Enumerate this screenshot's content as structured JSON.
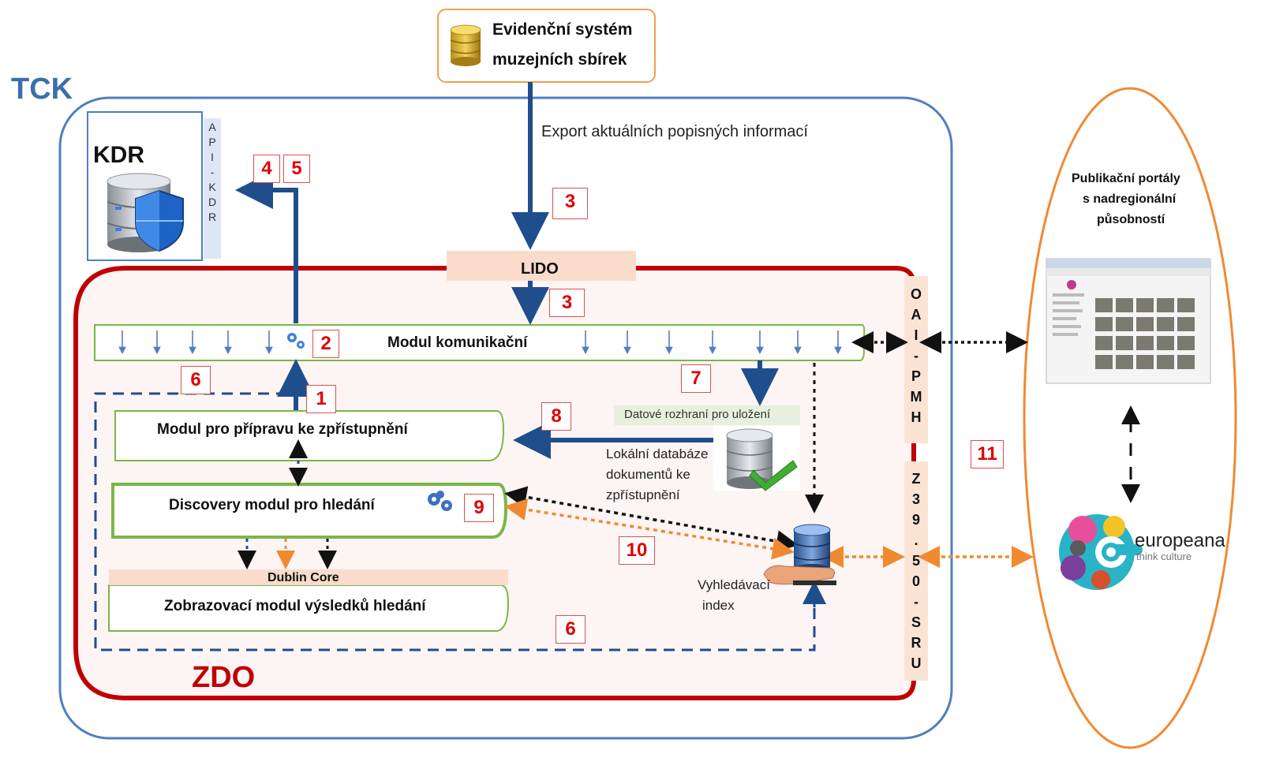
{
  "labels": {
    "tck": "TCK",
    "kdr": "KDR",
    "zdo": "ZDO",
    "source_system_line1": "Evidenční systém",
    "source_system_line2": "muzejních sbírek",
    "export_note": "Export aktuálních popisných informací",
    "lido": "LIDO",
    "comm_module": "Modul komunikační",
    "prep_module": "Modul pro přípravu ke zpřístupnění",
    "discovery_module": "Discovery modul pro hledání",
    "dublin_core": "Dublin Core",
    "display_module": "Zobrazovací modul výsledků hledání",
    "data_interface": "Datové rozhraní pro uložení",
    "local_db_line1": "Lokální databáze",
    "local_db_line2": "dokumentů ke",
    "local_db_line3": "zpřístupnění",
    "search_index_line1": "Vyhledávací",
    "search_index_line2": "index",
    "portals_line1": "Publikační portály",
    "portals_line2": "s nadregionální",
    "portals_line3": "působností",
    "europeana": "europeana",
    "europeana_tagline": "think culture"
  },
  "api_kdr": [
    "A",
    "P",
    "I",
    "-",
    "K",
    "D",
    "R"
  ],
  "oai_pmh": [
    "O",
    "A",
    "I",
    "-",
    "P",
    "M",
    "H"
  ],
  "z3950_sru": [
    "Z",
    "3",
    "9",
    ".",
    "5",
    "0",
    "-",
    "S",
    "R",
    "U"
  ],
  "markers": {
    "m1": "1",
    "m2": "2",
    "m3a": "3",
    "m3b": "3",
    "m4": "4",
    "m5": "5",
    "m6a": "6",
    "m6b": "6",
    "m7": "7",
    "m8": "8",
    "m9": "9",
    "m10": "10",
    "m11": "11"
  },
  "colors": {
    "tck_border": "#4f7fc0",
    "zdo_border": "#c00000",
    "zdo_fill": "#fdf4f4",
    "module_border": "#7ab648",
    "arrow_blue": "#1f4e8c",
    "arrow_orange": "#f08a30",
    "marker_red": "#e00000",
    "band_fill": "#f9dccb"
  }
}
